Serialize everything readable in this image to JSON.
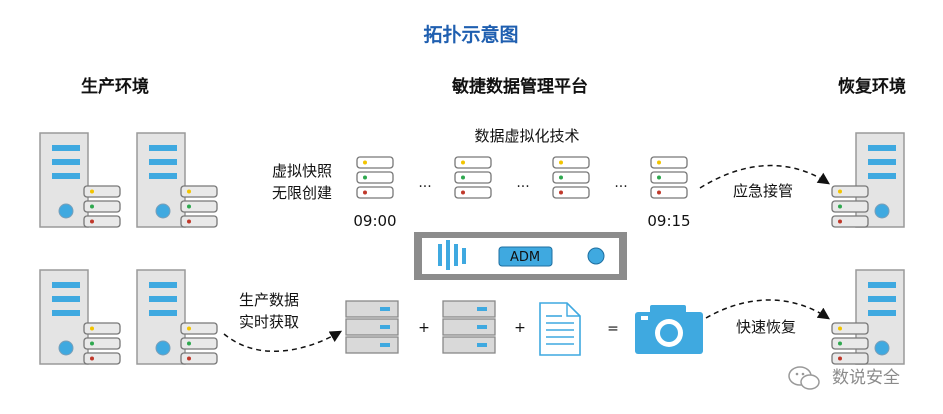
{
  "diagram": {
    "title": "拓扑示意图",
    "sections": {
      "production": "生产环境",
      "platform": "敏捷数据管理平台",
      "recovery": "恢复环境"
    },
    "virtualization_label": "数据虚拟化技术",
    "snapshot_label_line1": "虚拟快照",
    "snapshot_label_line2": "无限创建",
    "capture_label_line1": "生产数据",
    "capture_label_line2": "实时获取",
    "time_start": "09:00",
    "time_end": "09:15",
    "ellipsis": "···",
    "emergency_label": "应急接管",
    "restore_label": "快速恢复",
    "appliance_label": "ADM",
    "plus": "+",
    "equals": "=",
    "watermark": "数说安全"
  },
  "colors": {
    "title": "#1f5fb0",
    "server_body": "#e4e4e4",
    "server_stroke": "#9a9a9a",
    "server_bar": "#3fa9e0",
    "server_dot": "#3fa9e0",
    "appliance_bg": "#8c8c8c",
    "storage_body": "#d9d9d9",
    "camera": "#3fa9e0",
    "led_yellow": "#f2c400",
    "led_green": "#2fa84f",
    "led_red": "#c0392b"
  },
  "icons": [
    "server-icon",
    "snapshot-stack-icon",
    "storage-unit-icon",
    "document-icon",
    "camera-icon",
    "wechat-icon"
  ]
}
